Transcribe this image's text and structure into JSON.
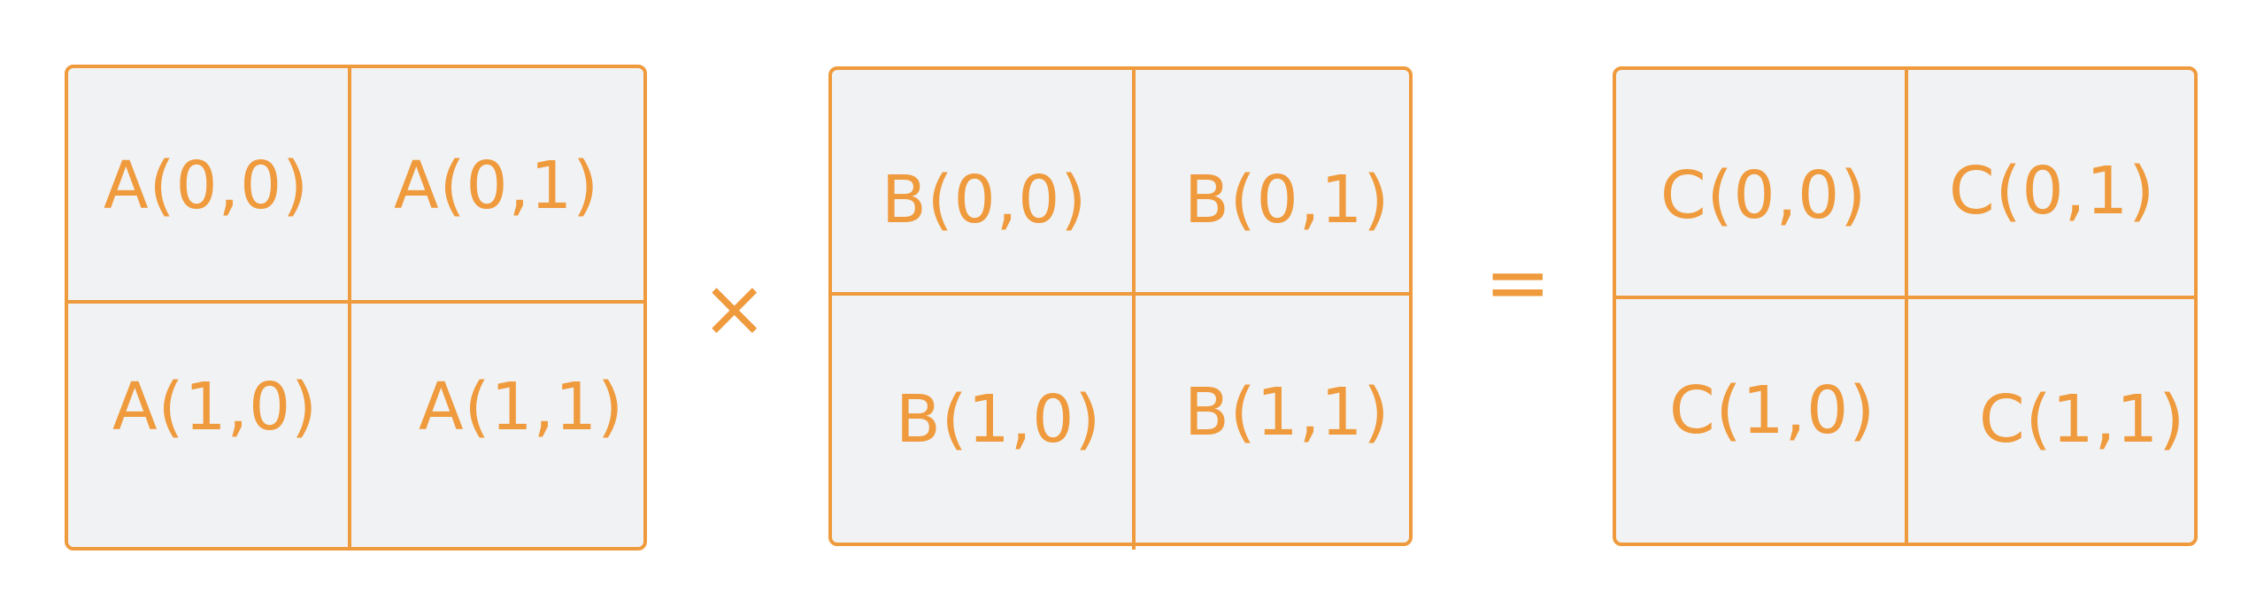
{
  "matrices": {
    "a": {
      "cells": [
        "A(0,0)",
        "A(0,1)",
        "A(1,0)",
        "A(1,1)"
      ]
    },
    "b": {
      "cells": [
        "B(0,0)",
        "B(0,1)",
        "B(1,0)",
        "B(1,1)"
      ]
    },
    "c": {
      "cells": [
        "C(0,0)",
        "C(0,1)",
        "C(1,0)",
        "C(1,1)"
      ]
    }
  },
  "operators": {
    "multiply": "×",
    "equals": "="
  },
  "colors": {
    "accent": "#ef9a3c",
    "cell_fill": "#f1f2f4",
    "background": "#ffffff"
  }
}
